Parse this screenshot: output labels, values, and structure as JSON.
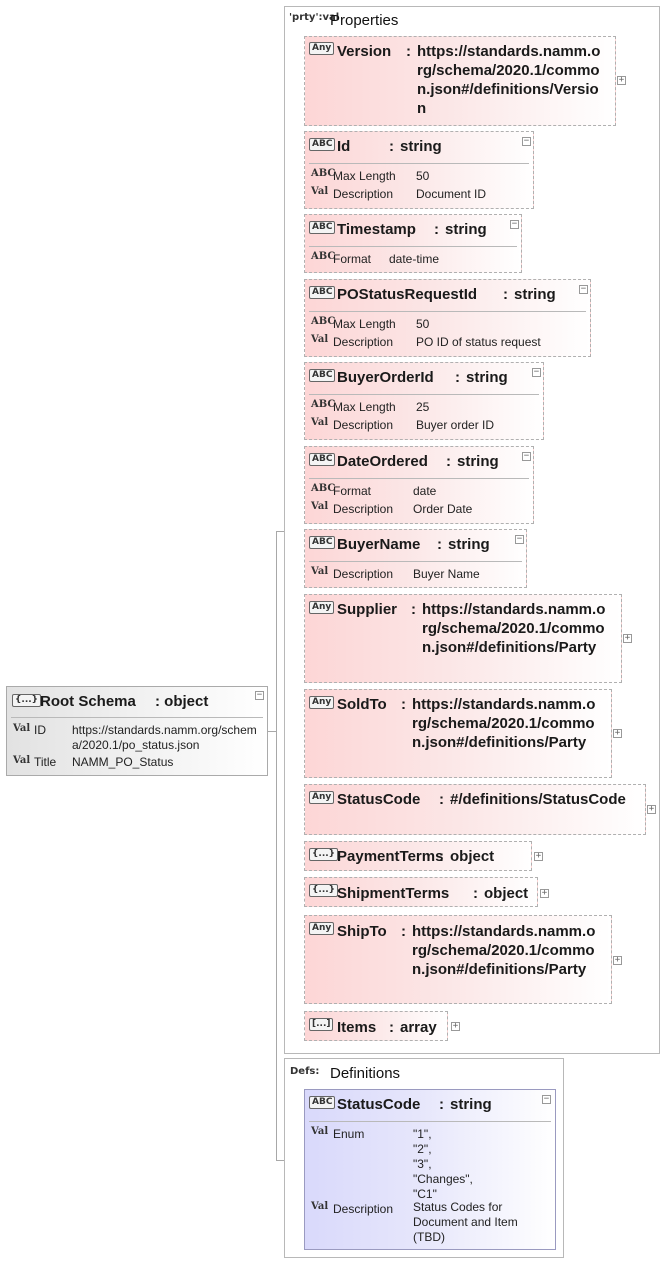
{
  "root": {
    "title": "Root Schema",
    "type": ": object",
    "badge": "{...}",
    "rows": [
      {
        "badge": "Val",
        "key": "ID",
        "value": "https://standards.namm.org/schema/2020.1/po_status.json"
      },
      {
        "badge": "Val",
        "key": "Title",
        "value": "NAMM_PO_Status"
      }
    ]
  },
  "properties": {
    "tag": "'prty':val",
    "title": "Properties",
    "items": [
      {
        "badge": "Any",
        "name": "Version",
        "sep": ":",
        "type": "https://standards.namm.org/schema/2020.1/common.json#/definitions/Version",
        "ctrl": "+"
      },
      {
        "badge": "ABC",
        "name": "Id",
        "sep": ":",
        "type": "string",
        "ctrl": "−",
        "rows": [
          {
            "badge": "ABC",
            "key": "Max Length",
            "value": "50"
          },
          {
            "badge": "Val",
            "key": "Description",
            "value": "Document ID"
          }
        ]
      },
      {
        "badge": "ABC",
        "name": "Timestamp",
        "sep": ":",
        "type": "string",
        "ctrl": "−",
        "rows": [
          {
            "badge": "ABC",
            "key": "Format",
            "value": "date-time"
          }
        ]
      },
      {
        "badge": "ABC",
        "name": "POStatusRequestId",
        "sep": ":",
        "type": "string",
        "ctrl": "−",
        "rows": [
          {
            "badge": "ABC",
            "key": "Max Length",
            "value": "50"
          },
          {
            "badge": "Val",
            "key": "Description",
            "value": "PO ID of status request"
          }
        ]
      },
      {
        "badge": "ABC",
        "name": "BuyerOrderId",
        "sep": ":",
        "type": "string",
        "ctrl": "−",
        "rows": [
          {
            "badge": "ABC",
            "key": "Max Length",
            "value": "25"
          },
          {
            "badge": "Val",
            "key": "Description",
            "value": "Buyer order ID"
          }
        ]
      },
      {
        "badge": "ABC",
        "name": "DateOrdered",
        "sep": ":",
        "type": "string",
        "ctrl": "−",
        "rows": [
          {
            "badge": "ABC",
            "key": "Format",
            "value": "date"
          },
          {
            "badge": "Val",
            "key": "Description",
            "value": "Order Date"
          }
        ]
      },
      {
        "badge": "ABC",
        "name": "BuyerName",
        "sep": ":",
        "type": "string",
        "ctrl": "−",
        "rows": [
          {
            "badge": "Val",
            "key": "Description",
            "value": "Buyer Name"
          }
        ]
      },
      {
        "badge": "Any",
        "name": "Supplier",
        "sep": ":",
        "type": "https://standards.namm.org/schema/2020.1/common.json#/definitions/Party",
        "ctrl": "+"
      },
      {
        "badge": "Any",
        "name": "SoldTo",
        "sep": ":",
        "type": "https://standards.namm.org/schema/2020.1/common.json#/definitions/Party",
        "ctrl": "+"
      },
      {
        "badge": "Any",
        "name": "StatusCode",
        "sep": ":",
        "type": "#/definitions/StatusCode",
        "ctrl": "+"
      },
      {
        "badge": "{...}",
        "name": "PaymentTerms",
        "sep": ":",
        "type": "object",
        "ctrl": "+"
      },
      {
        "badge": "{...}",
        "name": "ShipmentTerms",
        "sep": ":",
        "type": "object",
        "ctrl": "+"
      },
      {
        "badge": "Any",
        "name": "ShipTo",
        "sep": ":",
        "type": "https://standards.namm.org/schema/2020.1/common.json#/definitions/Party",
        "ctrl": "+"
      },
      {
        "badge": "[...]",
        "name": "Items",
        "sep": ":",
        "type": "array",
        "ctrl": "+"
      }
    ]
  },
  "definitions": {
    "tag": "Defs:",
    "title": "Definitions",
    "items": [
      {
        "badge": "ABC",
        "name": "StatusCode",
        "sep": ":",
        "type": "string",
        "ctrl": "−",
        "rows": [
          {
            "badge": "Val",
            "key": "Enum",
            "value": "\"1\",\n\"2\",\n\"3\",\n\"Changes\",\n\"C1\""
          },
          {
            "badge": "Val",
            "key": "Description",
            "value": "Status Codes for Document and Item (TBD)"
          }
        ]
      }
    ]
  }
}
